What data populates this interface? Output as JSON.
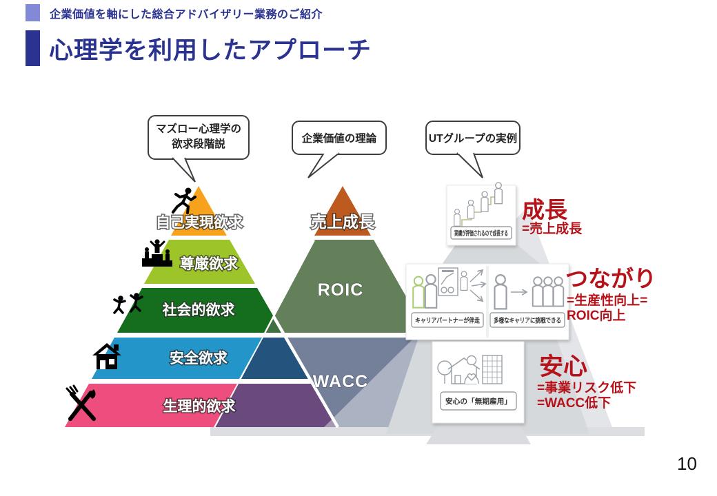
{
  "slide": {
    "eyebrow": "企業価値を軸にした総合アドバイザリー業務のご紹介",
    "title": "心理学を利用したアプローチ",
    "page_number": "10"
  },
  "callouts": [
    {
      "lines": [
        "マズロー心理学の",
        "欲求段階説"
      ]
    },
    {
      "lines": [
        "企業価値の理論"
      ]
    },
    {
      "lines": [
        "UTグループの実例"
      ]
    }
  ],
  "maslow_pyramid": {
    "levels": [
      {
        "label": "自己実現欲求",
        "color": "#f6a21d",
        "icon": "runner-icon"
      },
      {
        "label": "尊厳欲求",
        "color": "#9dc52a",
        "icon": "podium-icon"
      },
      {
        "label": "社会的欲求",
        "color": "#156e1d",
        "icon": "people-icon"
      },
      {
        "label": "安全欲求",
        "color": "#2495c8",
        "icon": "house-icon"
      },
      {
        "label": "生理的欲求",
        "color": "#ee4e7d",
        "icon": "cutlery-icon"
      }
    ]
  },
  "value_pyramid": {
    "levels": [
      {
        "label": "売上成長",
        "color": "#bc5a1f"
      },
      {
        "label": "ROIC",
        "color": "#64805a"
      },
      {
        "label": "WACC",
        "color": "#74809a"
      }
    ]
  },
  "background_pyramid": {
    "color": "#e3e5e9"
  },
  "overlap_colors": {
    "social_x_roic": "#3f7041",
    "safety_x_wacc": "#24547e",
    "physio_x_wacc": "#6a4a7e"
  },
  "examples": [
    {
      "title": "成長",
      "equations": [
        "=売上成長"
      ],
      "cards": [
        {
          "caption": "実績が評価されるので成長する"
        }
      ]
    },
    {
      "title": "つながり",
      "equations": [
        "=生産性向上=",
        "ROIC向上"
      ],
      "cards": [
        {
          "caption": "キャリアパートナーが伴走"
        },
        {
          "caption": "多様なキャリアに挑戦できる"
        }
      ]
    },
    {
      "title": "安心",
      "equations": [
        "=事業リスク低下",
        "=WACC低下"
      ],
      "cards": [
        {
          "caption": "安心の「無期雇用」"
        }
      ]
    }
  ],
  "accent_red": "#b5121a",
  "brand_blue": "#2b3390"
}
